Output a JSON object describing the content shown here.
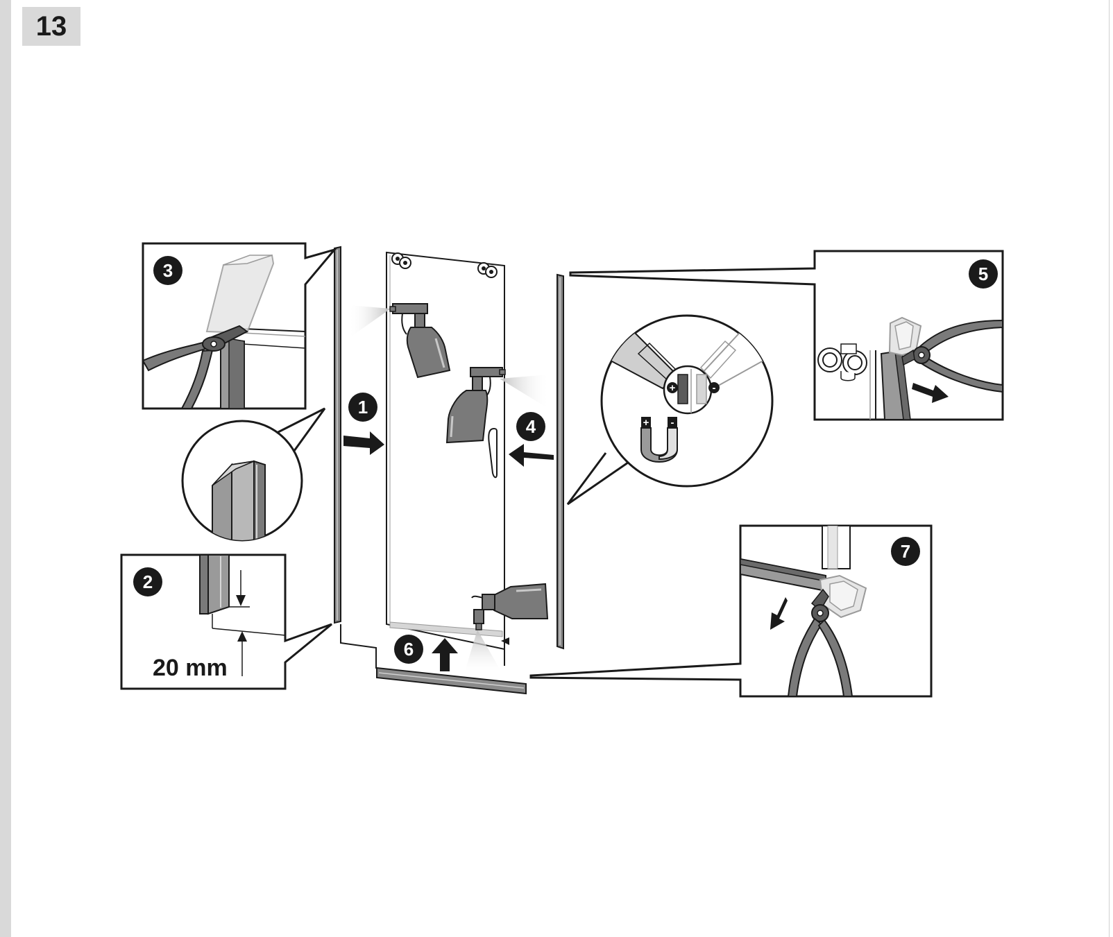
{
  "page": {
    "step_number": "13"
  },
  "callouts": [
    {
      "id": "1",
      "label": "1"
    },
    {
      "id": "2",
      "label": "2"
    },
    {
      "id": "3",
      "label": "3"
    },
    {
      "id": "4",
      "label": "4"
    },
    {
      "id": "5",
      "label": "5"
    },
    {
      "id": "6",
      "label": "6"
    },
    {
      "id": "7",
      "label": "7"
    }
  ],
  "dimension": {
    "text": "20 mm"
  },
  "magnet": {
    "plus": "+",
    "minus": "-"
  },
  "colors": {
    "ink": "#1a1a1a",
    "seal": "#8a8a8a",
    "bottle": "#7a7a7a",
    "badge_bg": "#d9d9d9",
    "mist": "#d0d0d0"
  }
}
